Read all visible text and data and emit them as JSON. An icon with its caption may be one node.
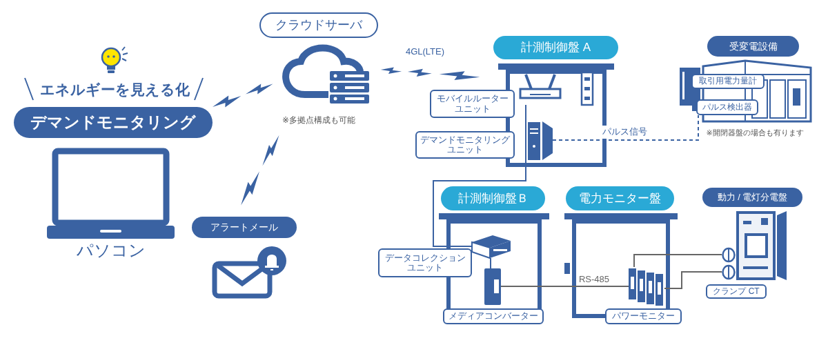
{
  "diagram": {
    "nodes": [
      {
        "text": [
          "デマンドモニタリング"
        ]
      },
      {
        "text": [],
        "shape": "laptop",
        "beside": [
          "パソコン"
        ]
      },
      {
        "text": [
          "クラウドサーバ"
        ],
        "beside": [
          "※多拠点構成も可能"
        ]
      },
      {
        "text": [
          "アラートメール"
        ]
      },
      {
        "text": [
          "計測制御盤 A"
        ]
      },
      {
        "text": [],
        "shape": "picture",
        "in": 4
      },
      {
        "text": [],
        "shape": "picture",
        "in": 4
      },
      {
        "text": [
          "モバイルルーターユニット"
        ]
      },
      {
        "text": [
          "デマンドモニタリングユニット"
        ]
      },
      {
        "text": [
          "受変電設備"
        ]
      },
      {
        "text": [],
        "shape": "picture",
        "beside": [
          "※開閉器盤の場合も有ります"
        ]
      },
      {
        "text": [
          "取引用電力量計"
        ],
        "in": 10
      },
      {
        "text": [
          "パルス検出器"
        ],
        "in": 10
      },
      {
        "text": [
          "計測制御盤Ｂ"
        ]
      },
      {
        "text": [],
        "shape": "picture",
        "in": 13
      },
      {
        "text": [],
        "shape": "picture",
        "in": 13
      },
      {
        "text": [
          "データコレクションユニット"
        ]
      },
      {
        "text": [
          "メディアコンバーター"
        ]
      },
      {
        "text": [
          "電力モニター盤"
        ]
      },
      {
        "text": [],
        "shape": "picture",
        "in": 18
      },
      {
        "text": [
          "パワーモニター"
        ]
      },
      {
        "text": [
          "動力 / 電灯分電盤"
        ]
      },
      {
        "text": [],
        "shape": "picture"
      },
      {
        "text": [],
        "shape": "picture"
      },
      {
        "text": [],
        "shape": "picture"
      },
      {
        "text": [
          "クランプ CT"
        ]
      }
    ],
    "edges": [
      {
        "from": 0,
        "to": 2,
        "arrow": "none"
      },
      {
        "from": 2,
        "to": 5,
        "arrow": "none",
        "label": "4GL(LTE)"
      },
      {
        "from": 2,
        "to": 3,
        "arrow": "none"
      },
      {
        "from": 5,
        "to": 14,
        "arrow": "none"
      },
      {
        "from": 6,
        "to": 12,
        "arrow": "none",
        "style": "dashed",
        "label": "パルス信号"
      },
      {
        "from": 14,
        "to": 15,
        "arrow": "none"
      },
      {
        "from": 15,
        "to": 19,
        "arrow": "none",
        "label": "RS-485",
        "color": "#666666"
      },
      {
        "from": 19,
        "to": 23,
        "arrow": "none",
        "color": "#666666"
      },
      {
        "from": 19,
        "to": 24,
        "arrow": "none",
        "color": "#666666"
      }
    ],
    "labels": [
      "エネルギーを見える化"
    ]
  }
}
